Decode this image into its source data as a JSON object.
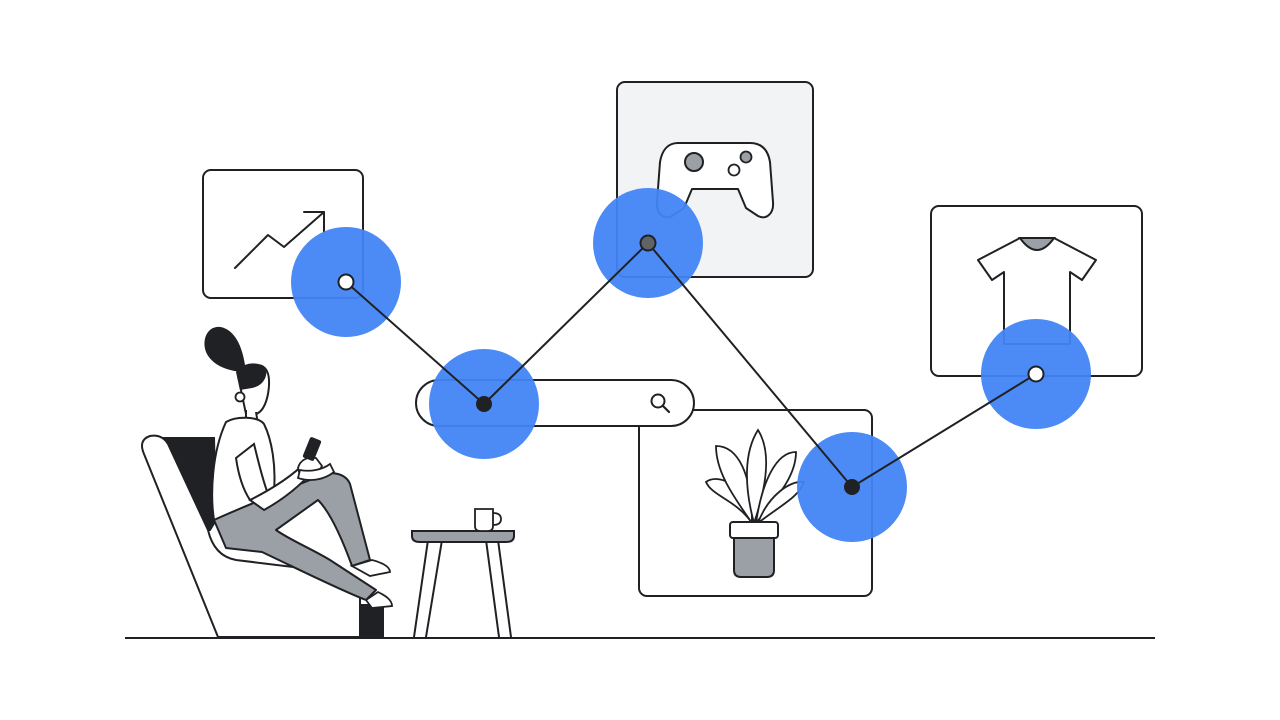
{
  "colors": {
    "background": "#ffffff",
    "line": "#202124",
    "accent_blue": "#4285f4",
    "panel_gray": "#f1f3f4",
    "mid_gray": "#9aa0a6",
    "dark_gray": "#5f6368"
  },
  "search_bar": {
    "placeholder": "",
    "icon": "search-icon"
  },
  "cards": [
    {
      "name": "trending-card",
      "icon": "trending-up-icon"
    },
    {
      "name": "gamepad-card",
      "icon": "gamepad-icon"
    },
    {
      "name": "plant-card",
      "icon": "potted-plant-icon"
    },
    {
      "name": "tshirt-card",
      "icon": "tshirt-icon"
    }
  ],
  "path_nodes": [
    {
      "name": "node-trending",
      "style": "hollow"
    },
    {
      "name": "node-search",
      "style": "solid"
    },
    {
      "name": "node-gamepad",
      "style": "gray"
    },
    {
      "name": "node-plant",
      "style": "solid"
    },
    {
      "name": "node-tshirt",
      "style": "hollow"
    }
  ],
  "figure": {
    "person": "person-with-phone",
    "chair": "armchair",
    "table": "side-table",
    "cup": "coffee-cup-icon"
  }
}
